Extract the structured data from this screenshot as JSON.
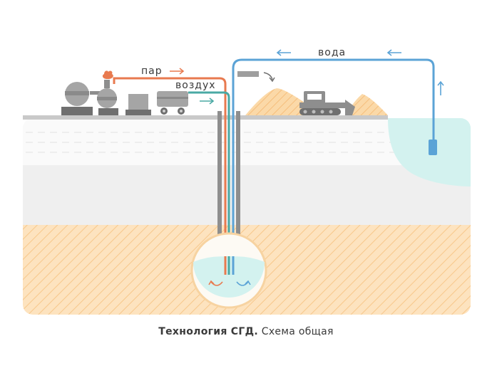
{
  "labels": {
    "steam": "пар",
    "air": "воздух",
    "water": "вода"
  },
  "caption": {
    "bold": "Технология СГД.",
    "rest": "Схема общая"
  },
  "colors": {
    "steam": "#e87a4f",
    "air": "#4aa9a4",
    "water": "#5ba3d6",
    "machinery": "#8e8e8e",
    "ore_zone": "#fcdcb0",
    "lake": "#d2f2ef",
    "text": "#3a3a3a"
  },
  "icons": [
    "boiler-icon",
    "compressor-icon",
    "wagon-icon",
    "bulldozer-icon",
    "pump-icon",
    "arrow-icon"
  ]
}
